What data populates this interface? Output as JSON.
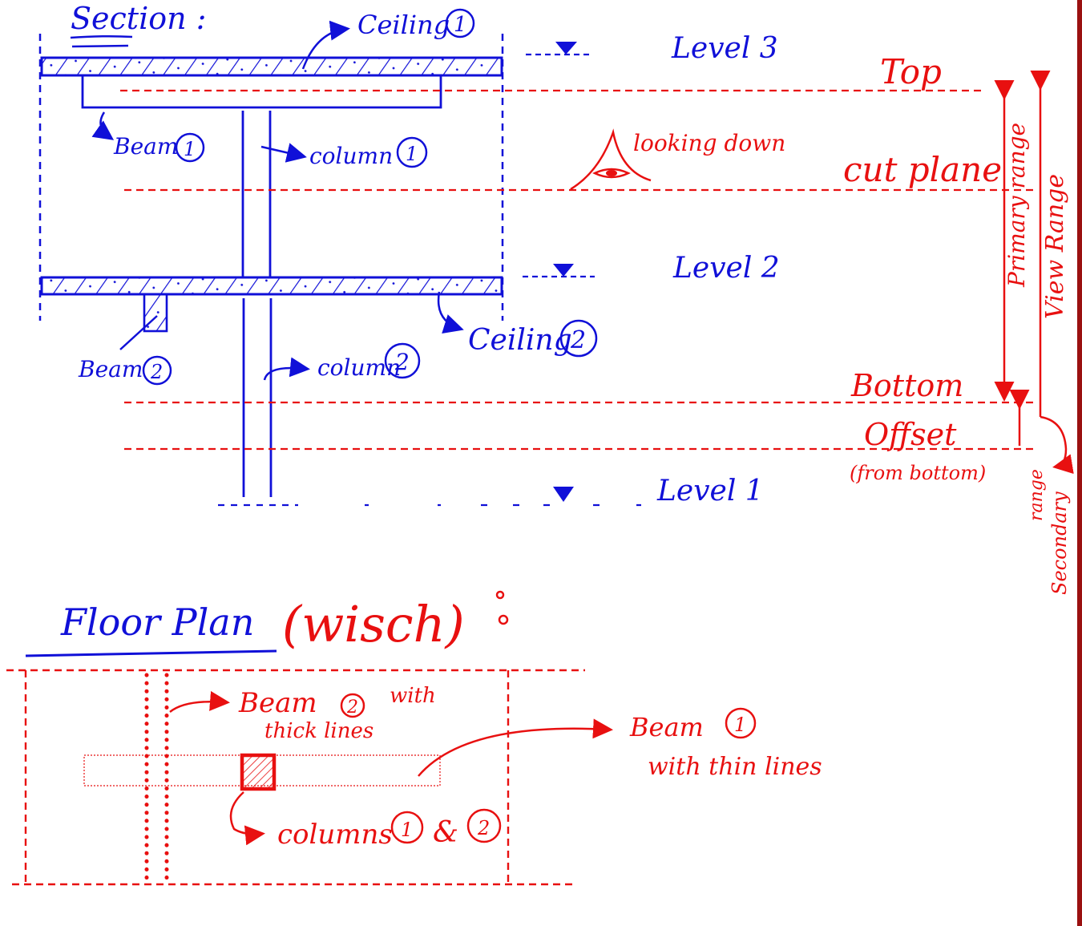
{
  "colors": {
    "section_ink": "#1010d8",
    "view_range_ink": "#e81010",
    "page_edge": "#9a1010"
  },
  "section": {
    "title": "Section :",
    "ceiling_1": "Ceiling",
    "ceiling_2": "Ceiling",
    "beam_1": "Beam",
    "beam_2": "Beam",
    "column_1": "column",
    "column_2": "column",
    "num_1": "1",
    "num_2": "2",
    "level_3": "Level 3",
    "level_2": "Level 2",
    "level_1": "Level 1",
    "eye_note": "looking down"
  },
  "view_range": {
    "top": "Top",
    "cut_plane": "cut plane",
    "bottom": "Bottom",
    "offset": "Offset",
    "offset_note": "(from bottom)",
    "primary_range": "Primary range",
    "view_range": "View Range",
    "secondary_range_1": "range",
    "secondary_range_2": "Secondary"
  },
  "floor_plan": {
    "title": "Floor Plan",
    "wish": "(wisch)",
    "colon": ":",
    "beam_2_note_a": "Beam",
    "beam_2_note_b": "with",
    "beam_2_note_c": "thick lines",
    "beam_1_note_a": "Beam",
    "beam_1_note_b": "with thin lines",
    "columns_note_a": "columns",
    "columns_note_b": "&",
    "num_1": "1",
    "num_2": "2"
  }
}
